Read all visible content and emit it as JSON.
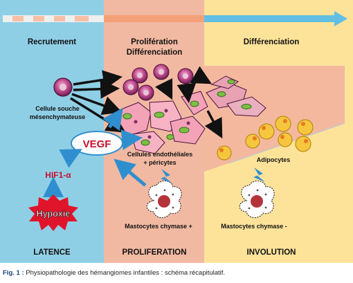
{
  "diagram": {
    "columns": [
      {
        "title": "Recrutement"
      },
      {
        "title_line1": "Prolifération",
        "title_line2": "Différenciation"
      },
      {
        "title": "Différenciation"
      }
    ],
    "phases": [
      "LATENCE",
      "PROLIFERATION",
      "INVOLUTION"
    ],
    "labels": {
      "stem_cell_line1": "Cellule souche",
      "stem_cell_line2": "mésenchymateuse",
      "vegf": "VEGF",
      "hif": "HIF1-α",
      "hypoxia": "Hypoxie",
      "endothelial_line1": "Cellules endothéliales",
      "endothelial_line2": "+ péricytes",
      "adipocytes": "Adipocytes",
      "mast_plus": "Mastocytes chymase +",
      "mast_minus": "Mastocytes chymase -"
    },
    "colors": {
      "col1_bg": "#8fcfe6",
      "col2_bg": "#f2b9a2",
      "col3_bg": "#fde39a",
      "arrow_blue": "#2f8fce",
      "hypoxia_red": "#e0142b",
      "hif_red": "#c8102e",
      "cell_purple": "#7b2f63",
      "caption_blue": "#1a3f7a"
    }
  },
  "caption": {
    "label": "Fig. 1 :",
    "text": "Physiopathologie des hémangiomes infantiles : schéma récapitulatif."
  }
}
